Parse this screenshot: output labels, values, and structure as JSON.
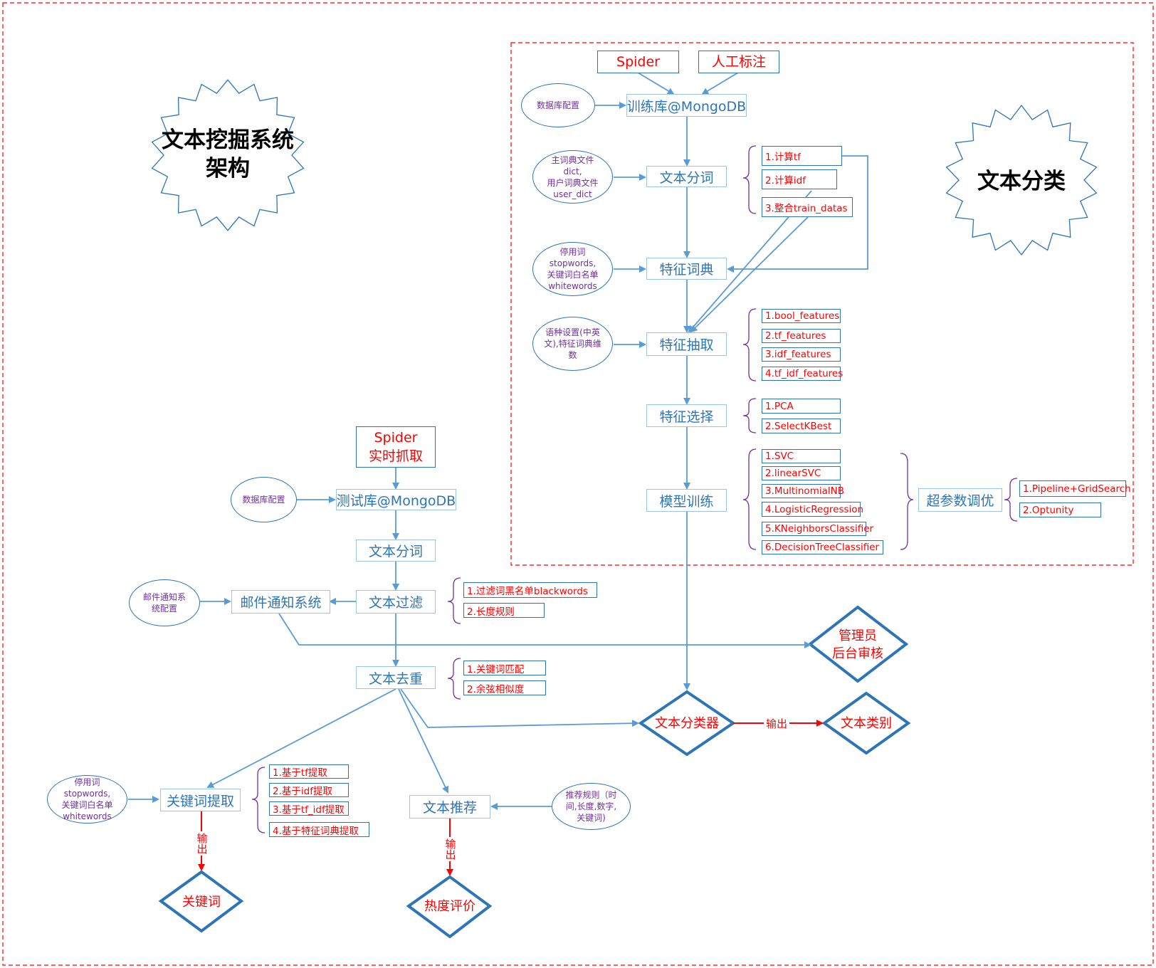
{
  "title_star": "文本挖掘系统\n架构",
  "classify_star": "文本分类",
  "training": {
    "spider": "Spider",
    "manual_label": "人工标注",
    "db_config": "数据库配置",
    "train_db": "训练库@MongoDB",
    "dict_ellipse": "主词典文件\ndict,\n用户词典文件\nuser_dict",
    "segment": "文本分词",
    "tf_items": [
      "1.计算tf",
      "2.计算idf",
      "3.整合train_datas"
    ],
    "stopwords_ellipse": "停用词\nstopwords,\n关键词白名单\nwhitewords",
    "feature_dict": "特征词典",
    "lang_ellipse": "语种设置(中英\n文),特征词典维\n数",
    "feature_extract": "特征抽取",
    "extract_items": [
      "1.bool_features",
      "2.tf_features",
      "3.idf_features",
      "4.tf_idf_features"
    ],
    "feature_select": "特征选择",
    "select_items": [
      "1.PCA",
      "2.SelectKBest"
    ],
    "model_train": "模型训练",
    "model_items": [
      "1.SVC",
      "2.linearSVC",
      "3.MultinomialNB",
      "4.LogisticRegression",
      "5.KNeighborsClassifier",
      "6.DecisionTreeClassifier"
    ],
    "hyper_tuning": "超参数调优",
    "tuning_items": [
      "1.Pipeline+GridSearch",
      "2.Optunity"
    ]
  },
  "online": {
    "spider": "Spider\n实时抓取",
    "db_config": "数据库配置",
    "test_db": "测试库@MongoDB",
    "segment": "文本分词",
    "filter": "文本过滤",
    "filter_items": [
      "1.过滤词黑名单blackwords",
      "2.长度规则"
    ],
    "mail_config": "邮件通知系\n统配置",
    "mail_system": "邮件通知系统",
    "admin_review": "管理员\n后台审核",
    "dedupe": "文本去重",
    "dedupe_items": [
      "1.关键词匹配",
      "2.余弦相似度"
    ],
    "classifier": "文本分类器",
    "output_label": "输出",
    "category": "文本类别",
    "kw_stopwords_ellipse": "停用词\nstopwords,\n关键词白名单\nwhitewords",
    "keyword_extract": "关键词提取",
    "keyword_items": [
      "1.基于tf提取",
      "2.基于idf提取",
      "3.基于tf_idf提取",
      "4.基于特征词典提取"
    ],
    "keyword_output_label": "输出",
    "keywords": "关键词",
    "recommend_rules": "推荐规则（时\n间,长度,数字,\n关键词)",
    "recommend": "文本推荐",
    "recommend_output_label": "输出",
    "hotness": "热度评价"
  },
  "colors": {
    "box_border": "#9dc3e6",
    "box_text": "#2e75b6",
    "arrow": "#5b9bd5",
    "red": "#ff0000",
    "bracket": "#7030a0",
    "dashed": "#ff0000"
  }
}
